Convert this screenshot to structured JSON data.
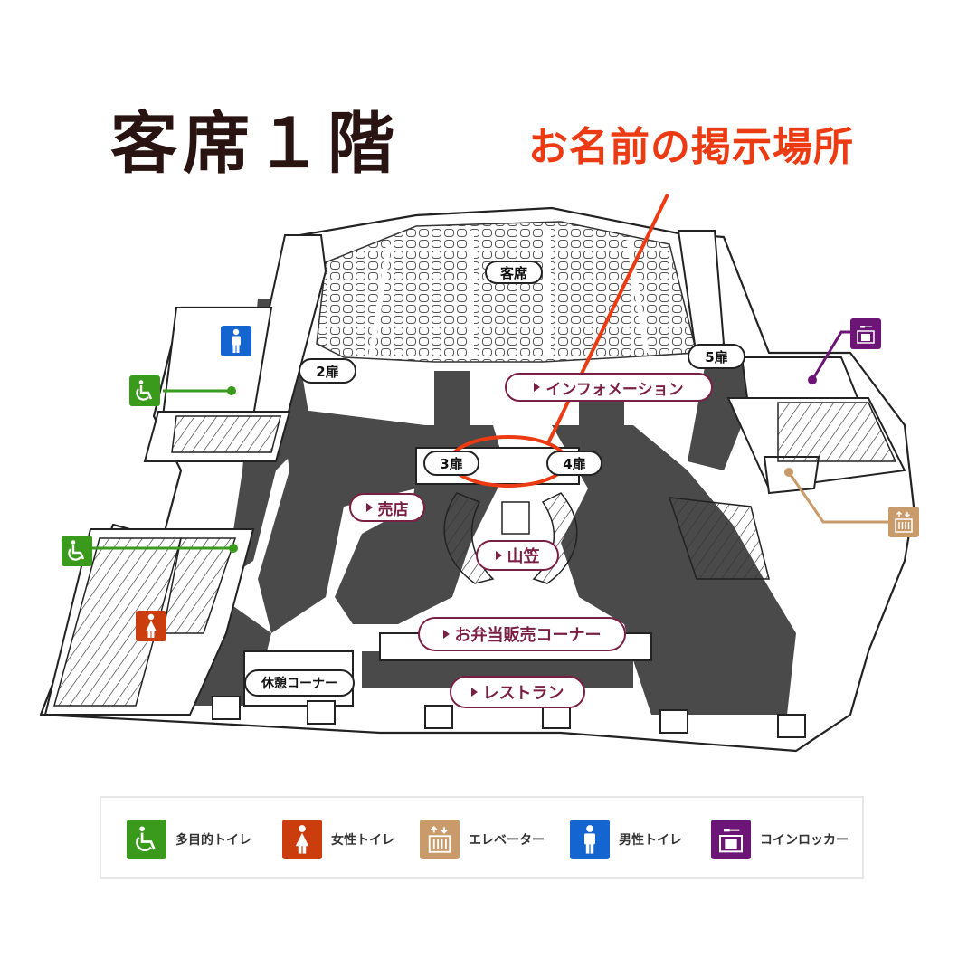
{
  "title": "客席１階",
  "callout": {
    "label": "お名前の掲示場所",
    "color": "#ec3a12"
  },
  "colors": {
    "label_border": "#7a1f44",
    "floor_dark": "#4a4a4a",
    "accessible_toilet": "#3a9a1c",
    "womens_toilet": "#cc3d0e",
    "elevator": "#c99a6a",
    "mens_toilet": "#1565d0",
    "coin_locker": "#6d1577"
  },
  "map": {
    "seating_label": "客席",
    "doors": [
      {
        "id": "door-2",
        "label": "2扉"
      },
      {
        "id": "door-3",
        "label": "3扉"
      },
      {
        "id": "door-4",
        "label": "4扉"
      },
      {
        "id": "door-5",
        "label": "5扉"
      }
    ],
    "facilities": [
      {
        "id": "information",
        "label": "インフォメーション"
      },
      {
        "id": "shop",
        "label": "売店"
      },
      {
        "id": "yamakasa",
        "label": "山笠"
      },
      {
        "id": "bento-corner",
        "label": "お弁当販売コーナー"
      },
      {
        "id": "restaurant",
        "label": "レストラン"
      }
    ],
    "rest_corner": "休憩コーナー",
    "markers": [
      {
        "type": "mens_toilet",
        "icon": "male-toilet-icon"
      },
      {
        "type": "accessible_toilet",
        "icon": "wheelchair-icon"
      },
      {
        "type": "accessible_toilet",
        "icon": "wheelchair-icon"
      },
      {
        "type": "womens_toilet",
        "icon": "female-toilet-icon"
      },
      {
        "type": "coin_locker",
        "icon": "coin-locker-icon"
      },
      {
        "type": "elevator",
        "icon": "elevator-icon"
      }
    ]
  },
  "legend": {
    "items": [
      {
        "icon": "wheelchair-icon",
        "label": "多目的トイレ",
        "color": "#3a9a1c"
      },
      {
        "icon": "female-toilet-icon",
        "label": "女性トイレ",
        "color": "#cc3d0e"
      },
      {
        "icon": "elevator-icon",
        "label": "エレベーター",
        "color": "#c99a6a"
      },
      {
        "icon": "male-toilet-icon",
        "label": "男性トイレ",
        "color": "#1565d0"
      },
      {
        "icon": "coin-locker-icon",
        "label": "コインロッカー",
        "color": "#6d1577"
      }
    ]
  }
}
